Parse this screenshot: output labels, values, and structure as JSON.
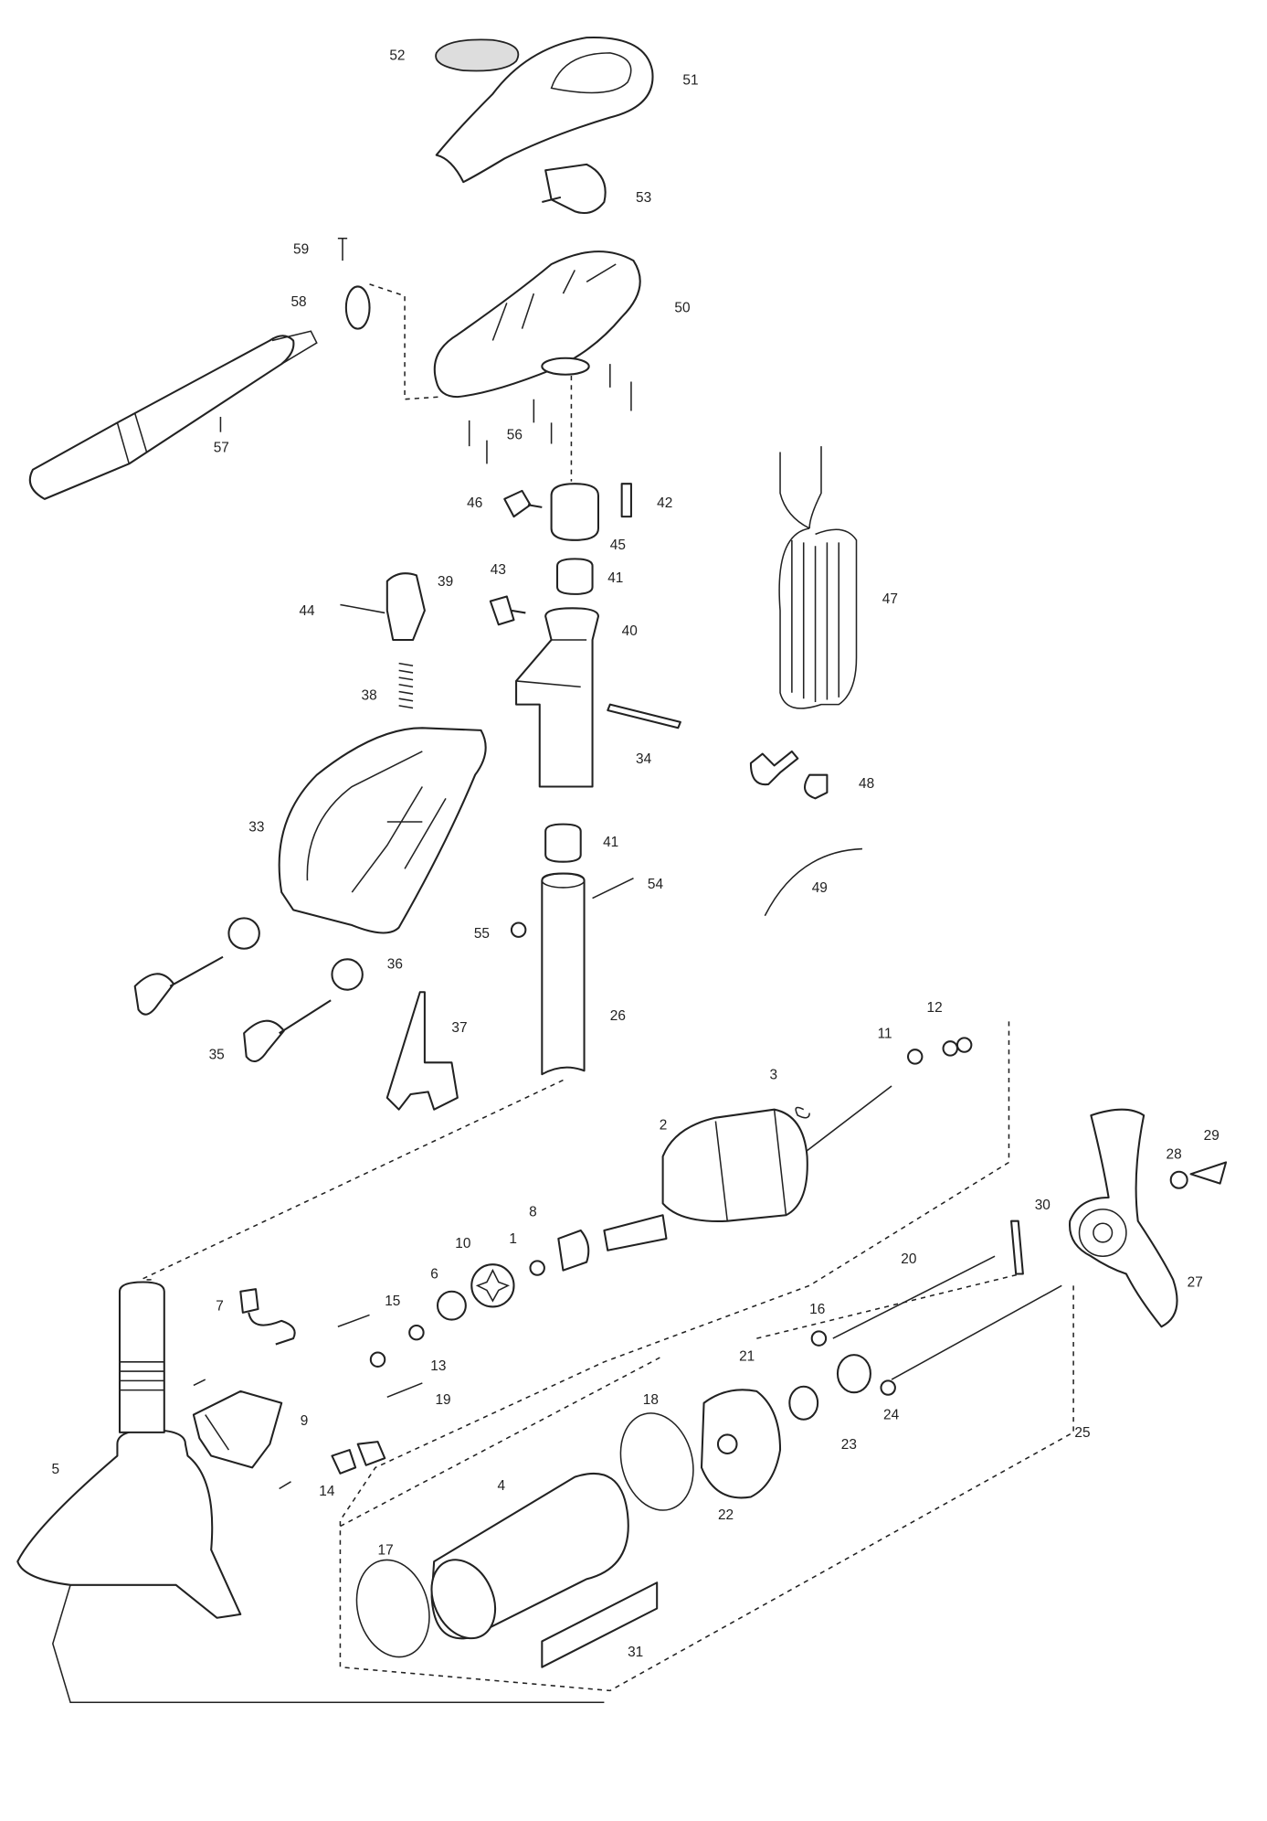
{
  "title": "Exploded parts diagram - trolling motor",
  "labels": [
    "52",
    "51",
    "53",
    "59",
    "58",
    "50",
    "57",
    "56",
    "46",
    "42",
    "45",
    "43",
    "41",
    "39",
    "44",
    "40",
    "47",
    "38",
    "34",
    "48",
    "33",
    "41",
    "54",
    "49",
    "55",
    "36",
    "26",
    "37",
    "12",
    "11",
    "35",
    "3",
    "2",
    "29",
    "28",
    "30",
    "8",
    "10",
    "1",
    "20",
    "6",
    "27",
    "7",
    "15",
    "16",
    "13",
    "21",
    "19",
    "18",
    "24",
    "9",
    "25",
    "23",
    "5",
    "22",
    "14",
    "4",
    "17",
    "31"
  ]
}
